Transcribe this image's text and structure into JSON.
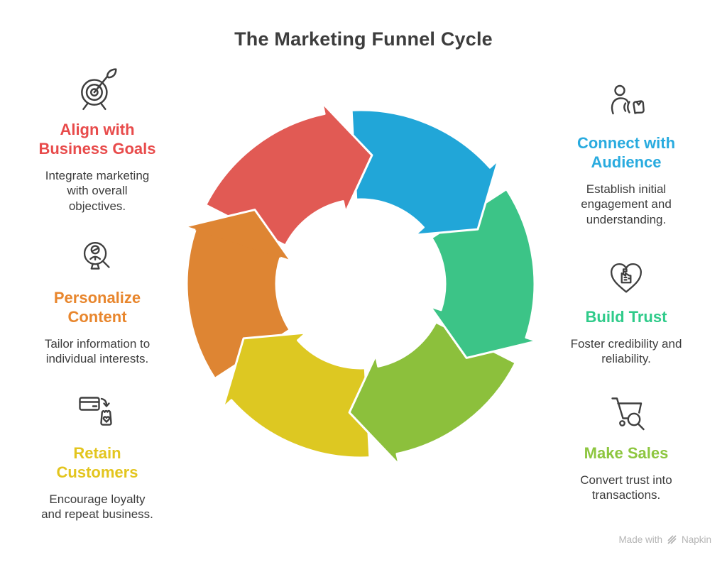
{
  "title": "The Marketing Funnel Cycle",
  "colors": {
    "text": "#3d3d3d",
    "icon": "#3f3f3f",
    "watermark": "#b5b5b5"
  },
  "left_items": [
    {
      "heading": "Align with\nBusiness Goals",
      "description": "Integrate marketing\nwith overall\nobjectives.",
      "color": "#e84b4b",
      "icon": "target-dart-icon"
    },
    {
      "heading": "Personalize\nContent",
      "description": "Tailor information to\nindividual interests.",
      "color": "#e8862d",
      "icon": "person-magnifier-icon"
    },
    {
      "heading": "Retain\nCustomers",
      "description": "Encourage loyalty\nand repeat business.",
      "color": "#e3c51e",
      "icon": "card-to-bag-icon"
    }
  ],
  "right_items": [
    {
      "heading": "Connect with\nAudience",
      "description": "Establish initial\nengagement and\nunderstanding.",
      "color": "#29abdf",
      "icon": "person-engage-icon"
    },
    {
      "heading": "Build Trust",
      "description": "Foster credibility and\nreliability.",
      "color": "#2fcb8a",
      "icon": "heart-building-icon"
    },
    {
      "heading": "Make Sales",
      "description": "Convert trust into\ntransactions.",
      "color": "#8dc63f",
      "icon": "cart-search-icon"
    }
  ],
  "cycle": {
    "direction": "clockwise",
    "arrows": [
      {
        "name": "red",
        "color": "#e15a54"
      },
      {
        "name": "blue",
        "color": "#21a6d8"
      },
      {
        "name": "green",
        "color": "#3cc487"
      },
      {
        "name": "olive",
        "color": "#8cc03c"
      },
      {
        "name": "yellow",
        "color": "#ddc822"
      },
      {
        "name": "orange",
        "color": "#de8533"
      }
    ]
  },
  "watermark": {
    "prefix": "Made with",
    "brand": "Napkin"
  }
}
